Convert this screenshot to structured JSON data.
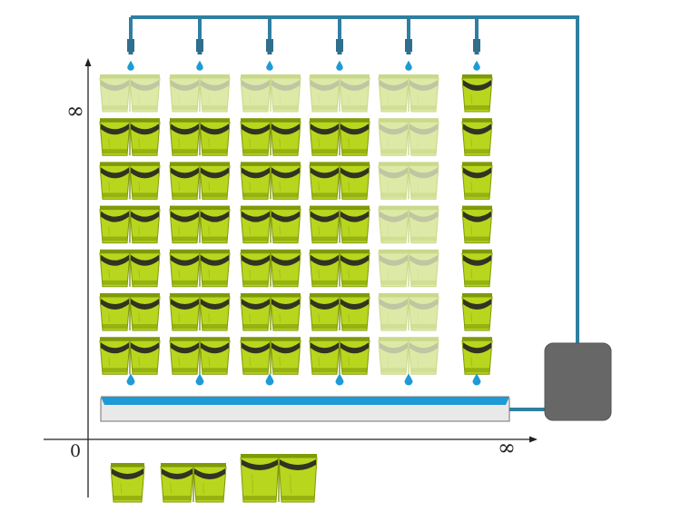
{
  "axes": {
    "origin_label": "0",
    "y_max_label": "∞",
    "x_max_label": "∞"
  },
  "layout_grid": {
    "wide_columns": 5,
    "narrow_columns": 1,
    "rows": 7,
    "faded_top_row_columns": [
      1,
      2,
      3,
      4,
      5
    ],
    "faded_full_column": 5,
    "drip_emitters": 6
  },
  "legend_modules": [
    "single-pocket",
    "double-pocket",
    "large-double-pocket"
  ],
  "colors": {
    "planter": "#b8d61e",
    "planter_shadow": "#7e9a08",
    "planter_faded": "#dde9a6",
    "pocket_lip": "#2a2a22",
    "pipe": "#2f7fa0",
    "water": "#1e9bd6",
    "trough": "#e8e8e8",
    "tank": "#666666"
  }
}
